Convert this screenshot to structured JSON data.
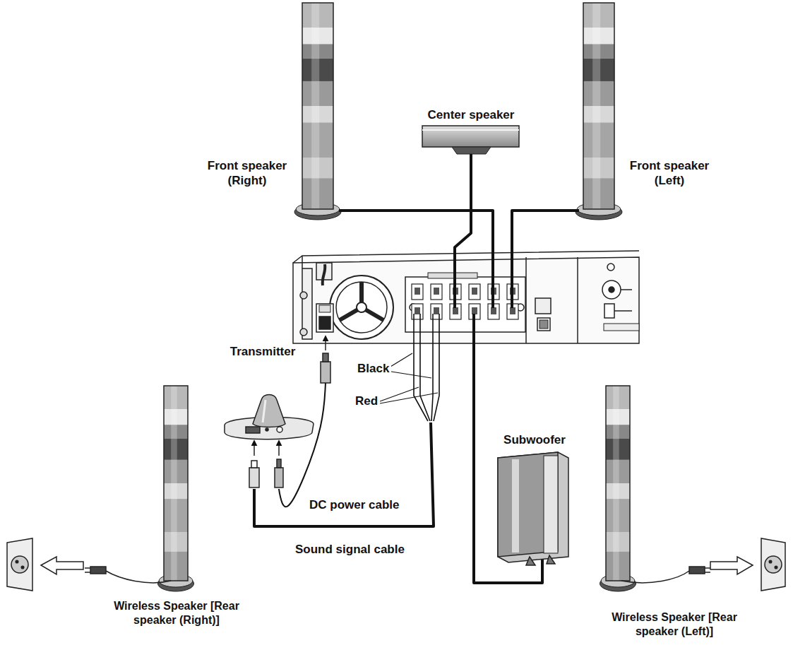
{
  "diagram": {
    "nodes": [
      {
        "text": [
          "Center speaker"
        ]
      },
      {
        "text": [
          "Front speaker (Right)"
        ]
      },
      {
        "text": [
          "Front speaker (Left)"
        ]
      },
      {
        "text": [
          "Transmitter"
        ]
      },
      {
        "text": [
          "Subwoofer"
        ]
      },
      {
        "text": [
          "Wireless Speaker [Rear speaker (Right)]"
        ]
      },
      {
        "text": [
          "Wireless Speaker [Rear speaker (Left)]"
        ]
      }
    ],
    "labels": [
      "Black",
      "Red",
      "DC power cable",
      "Sound signal cable"
    ]
  }
}
